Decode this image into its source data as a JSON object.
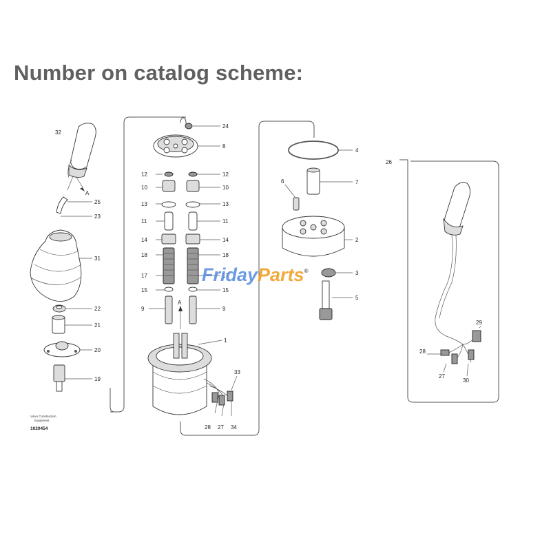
{
  "heading": "Number on catalog scheme:",
  "watermark": {
    "part1": "Friday",
    "part2": "Parts",
    "mark": "®"
  },
  "note": {
    "line1": "Volvo Construction",
    "line2": "Equipment",
    "code": "1020454"
  },
  "callouts": {
    "c32": "32",
    "c25": "25",
    "c23": "23",
    "c31": "31",
    "c22": "22",
    "c21": "21",
    "c20": "20",
    "c19": "19",
    "c24": "24",
    "c8": "8",
    "c12a": "12",
    "c12b": "12",
    "c10a": "10",
    "c10b": "10",
    "c13a": "13",
    "c13b": "13",
    "c11a": "11",
    "c11b": "11",
    "c14a": "14",
    "c14b": "14",
    "c18a": "18",
    "c18b": "18",
    "c17a": "17",
    "c17b": "17",
    "c15a": "15",
    "c15b": "15",
    "c9a": "9",
    "c9b": "9",
    "c1": "1",
    "c33": "33",
    "c28a": "28",
    "c27a": "27",
    "c34": "34",
    "c4": "4",
    "c6": "6",
    "c7": "7",
    "c2": "2",
    "c3": "3",
    "c5": "5",
    "c26": "26",
    "c29": "29",
    "c28b": "28",
    "c27b": "27",
    "c30": "30",
    "cA1": "A",
    "cA2": "A"
  },
  "colors": {
    "heading": "#606060",
    "watermark_blue": "#5b8fe0",
    "watermark_orange": "#f0a028"
  }
}
